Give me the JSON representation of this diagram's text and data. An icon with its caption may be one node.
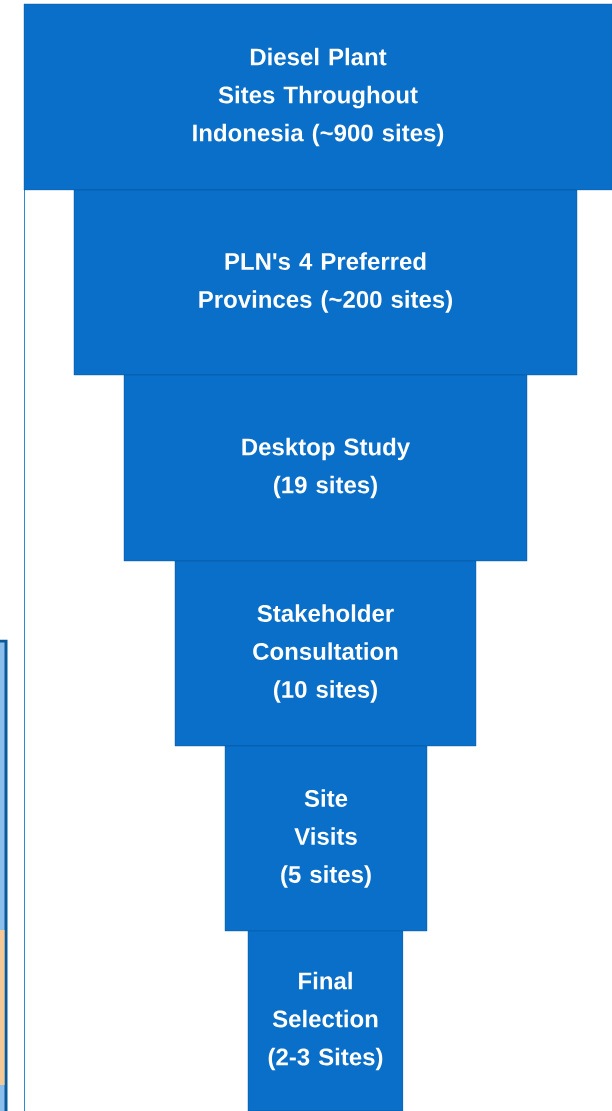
{
  "diagram": {
    "nodes": [
      {
        "text": [
          "Diesel Plant Sites Throughout Indonesia (~900 sites)"
        ]
      },
      {
        "text": [
          "PLN's 4 Preferred Provinces (~200 sites)"
        ]
      },
      {
        "text": [
          "Desktop Study (19 sites)"
        ]
      },
      {
        "text": [
          "Stakeholder Consultation (10 sites)"
        ]
      },
      {
        "text": [
          "Site Visits (5 sites)"
        ]
      },
      {
        "text": [
          "Final Selection (2-3 Sites)"
        ]
      }
    ]
  }
}
